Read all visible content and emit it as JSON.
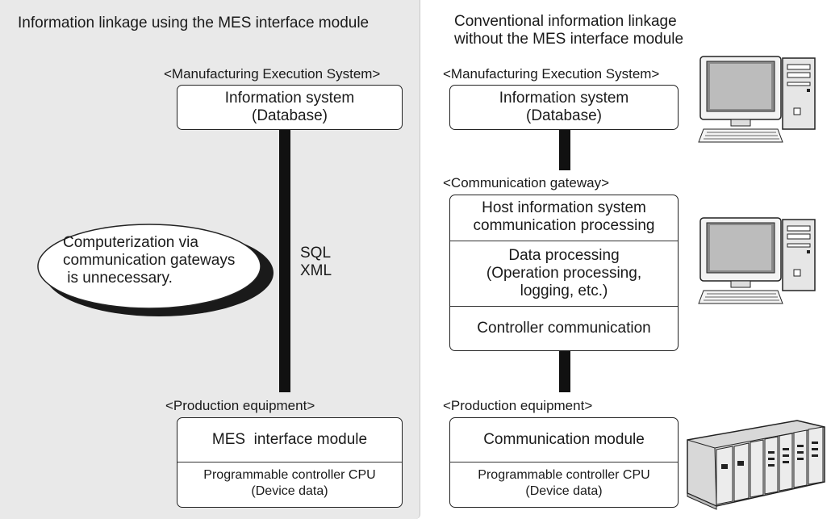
{
  "left": {
    "heading": "Information linkage using the MES interface module",
    "mes_label": "<Manufacturing Execution System>",
    "info_system": {
      "line1": "Information system",
      "line2": "(Database)"
    },
    "bubble": {
      "line1": "Computerization via",
      "line2": "communication gateways",
      "line3": " is unnecessary."
    },
    "protocols": {
      "line1": "SQL",
      "line2": "XML"
    },
    "production_label": "<Production equipment>",
    "module": "MES  interface module",
    "cpu": {
      "line1": "Programmable controller CPU",
      "line2": "(Device data)"
    }
  },
  "right": {
    "heading": {
      "line1": "Conventional information linkage",
      "line2": "without the MES interface module"
    },
    "mes_label": "<Manufacturing Execution System>",
    "info_system": {
      "line1": "Information system",
      "line2": "(Database)"
    },
    "gateway_label": "<Communication gateway>",
    "gateway": {
      "host_line1": "Host information system",
      "host_line2": "communication processing",
      "data_line1": "Data processing",
      "data_line2": "(Operation processing,",
      "data_line3": "logging, etc.)",
      "controller": "Controller communication"
    },
    "production_label": "<Production equipment>",
    "module": "Communication module",
    "cpu": {
      "line1": "Programmable controller CPU",
      "line2": "(Device data)"
    }
  },
  "icons": [
    "personal-computer-icon",
    "personal-computer-icon",
    "plc-rack-icon"
  ]
}
